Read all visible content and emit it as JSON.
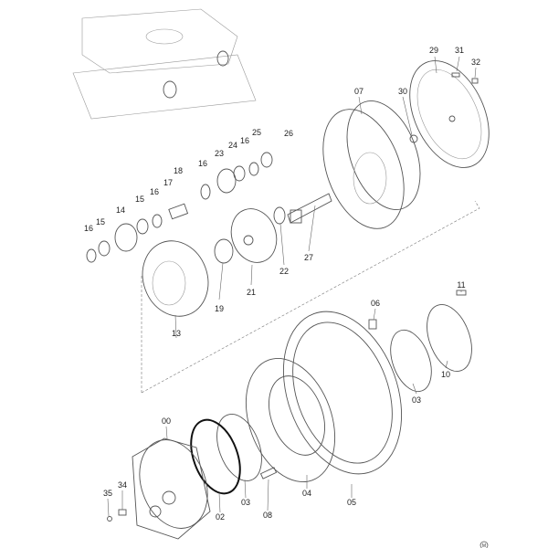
{
  "title": "Travel motor / final drive exploded parts diagram",
  "labels": [
    "29",
    "31",
    "32",
    "07",
    "30",
    "25",
    "26",
    "16",
    "23",
    "24",
    "16",
    "18",
    "17",
    "16",
    "15",
    "14",
    "16",
    "15",
    "22",
    "27",
    "21",
    "19",
    "13",
    "11",
    "06",
    "10",
    "03",
    "00",
    "08",
    "04",
    "05",
    "03",
    "02",
    "34",
    "35"
  ],
  "logo": "M"
}
